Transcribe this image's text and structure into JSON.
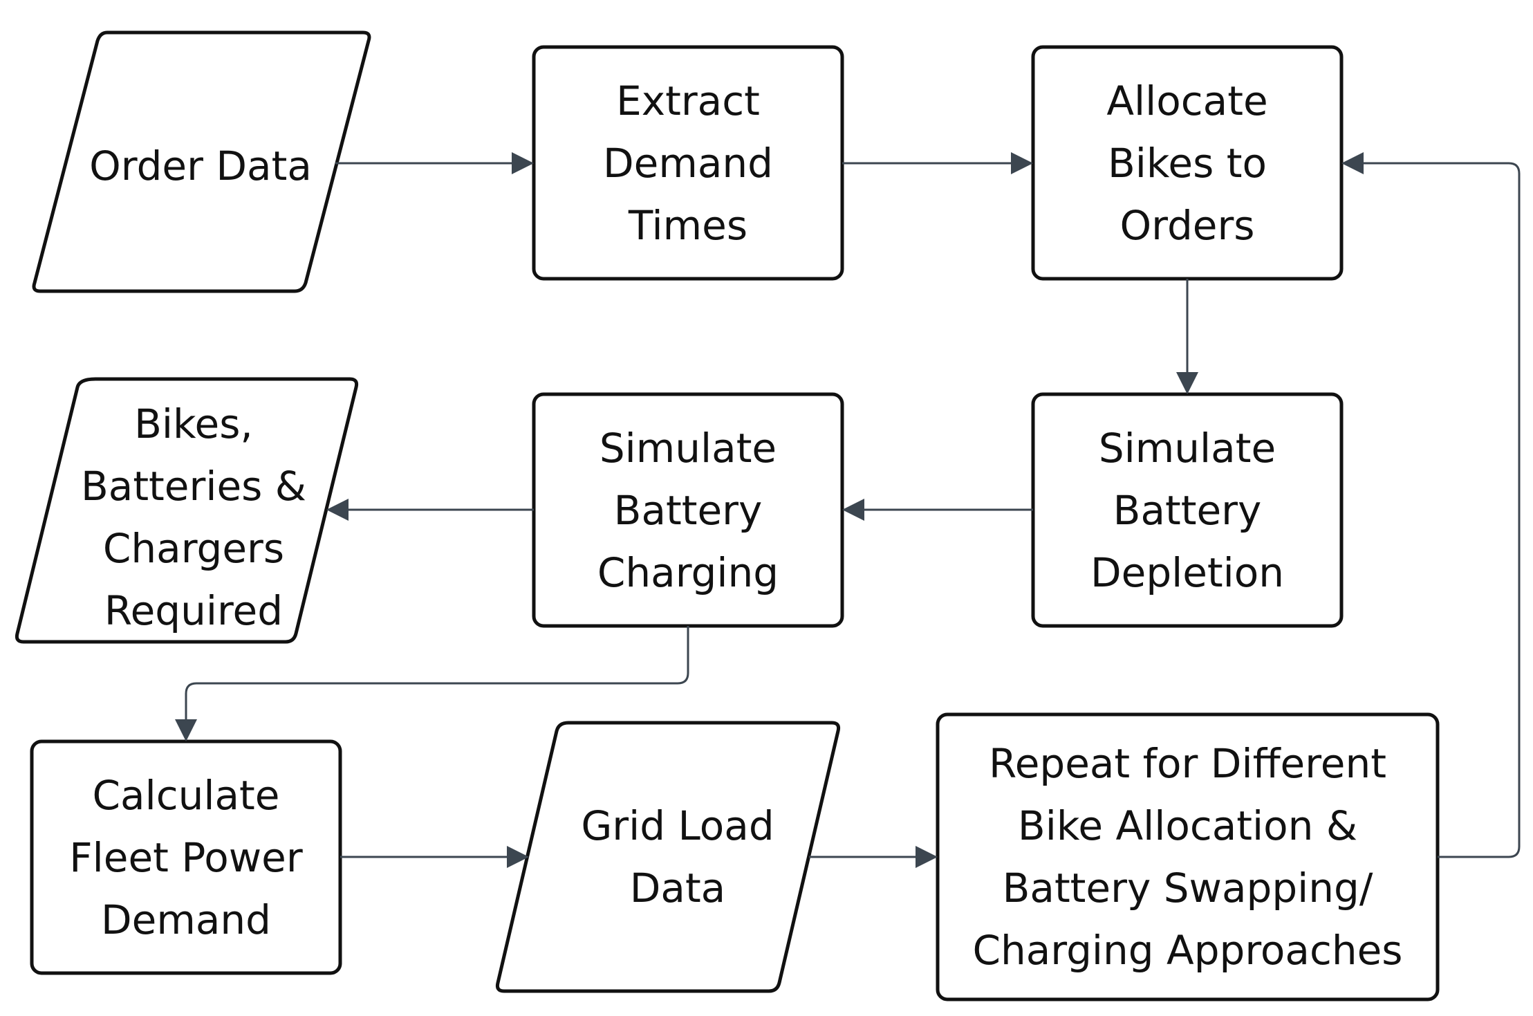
{
  "nodes": {
    "order_data": "Order Data",
    "extract_demand": "Extract\nDemand\nTimes",
    "allocate_bikes": "Allocate\nBikes to\nOrders",
    "simulate_depletion": "Simulate\nBattery\nDepletion",
    "simulate_charging": "Simulate\nBattery\nCharging",
    "resources_required": "Bikes,\nBatteries  &\nChargers\nRequired",
    "fleet_power": "Calculate\nFleet Power\nDemand",
    "grid_load": "Grid Load\nData",
    "repeat": "Repeat for Different\nBike Allocation &\nBattery Swapping/\nCharging Approaches"
  },
  "colors": {
    "stroke": "#111111",
    "connector": "#3c4650",
    "background": "#ffffff"
  }
}
